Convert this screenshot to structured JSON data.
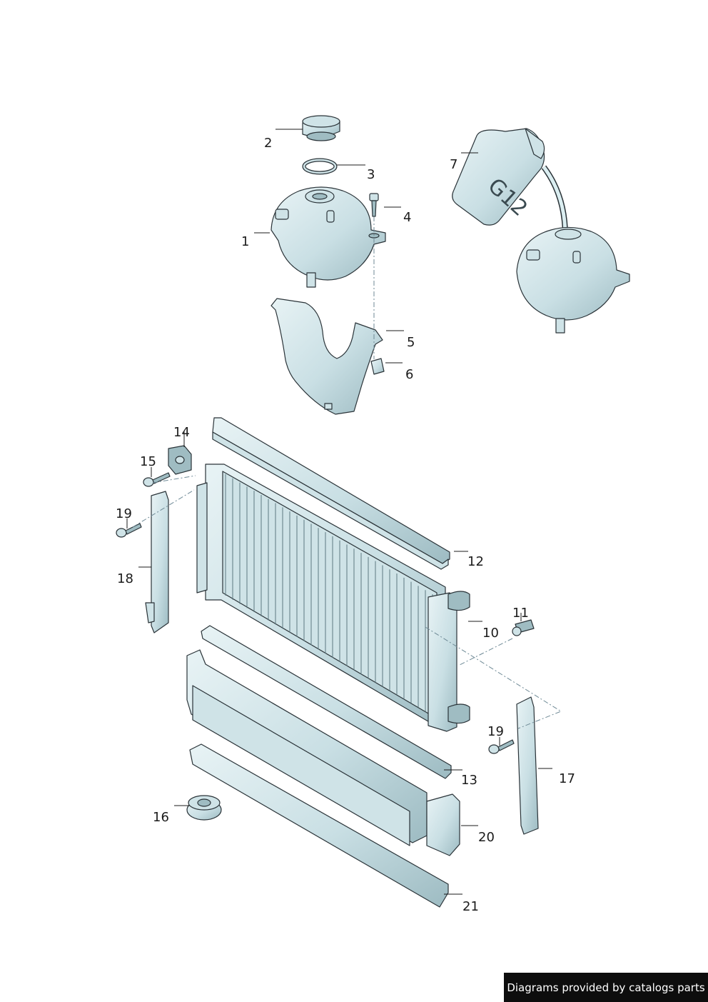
{
  "callouts": [
    {
      "id": "1",
      "label": "1"
    },
    {
      "id": "2",
      "label": "2"
    },
    {
      "id": "3",
      "label": "3"
    },
    {
      "id": "4",
      "label": "4"
    },
    {
      "id": "5",
      "label": "5"
    },
    {
      "id": "6",
      "label": "6"
    },
    {
      "id": "7",
      "label": "7"
    },
    {
      "id": "10",
      "label": "10"
    },
    {
      "id": "11",
      "label": "11"
    },
    {
      "id": "12",
      "label": "12"
    },
    {
      "id": "13",
      "label": "13"
    },
    {
      "id": "14",
      "label": "14"
    },
    {
      "id": "15",
      "label": "15"
    },
    {
      "id": "16",
      "label": "16"
    },
    {
      "id": "17",
      "label": "17"
    },
    {
      "id": "18",
      "label": "18"
    },
    {
      "id": "19a",
      "label": "19"
    },
    {
      "id": "19b",
      "label": "19"
    },
    {
      "id": "20",
      "label": "20"
    },
    {
      "id": "21",
      "label": "21"
    }
  ],
  "coolant_jug_label": "G12",
  "footer": {
    "text": "Diagrams provided by catalogs parts"
  },
  "colors": {
    "part_fill": "#cfe3e7",
    "outline": "#2a3338",
    "footer_bg": "#0d0d0d"
  }
}
